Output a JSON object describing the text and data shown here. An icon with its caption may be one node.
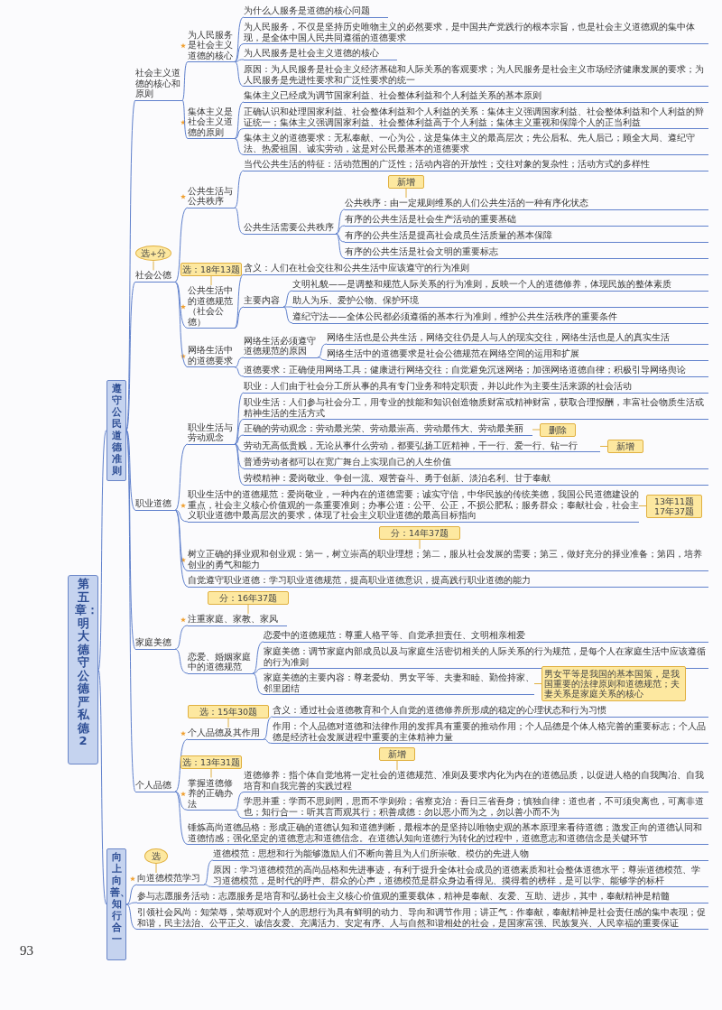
{
  "diagram": {
    "nodes": [
      {
        "text": [
          "第五章：明大德守公德严私德2"
        ]
      },
      {
        "text": [
          "遵守公民道德准则"
        ]
      },
      {
        "text": [
          "社会主义道德的核心和原则"
        ]
      },
      {
        "text": [
          "为人民服务是社会主义道德的核心"
        ]
      },
      {
        "text": [
          "为什么人服务是道德的核心问题"
        ]
      },
      {
        "text": [
          "为人民服务，不仅是坚持历史唯物主义的必然要求，是中国共产党践行的根本宗旨，也是社会主义道德观的集中体现，是全体中国人民共同遵循的道德要求"
        ]
      },
      {
        "text": [
          "为人民服务是社会主义道德的核心"
        ]
      },
      {
        "text": [
          "原因：为人民服务是社会主义经济基础和人际关系的客观要求；为人民服务是社会主义市场经济健康发展的要求；为人民服务是先进性要求和广泛性要求的统一"
        ]
      },
      {
        "text": [
          "集体主义是社会主义道德的原则"
        ]
      },
      {
        "text": [
          "集体主义已经成为调节国家利益、社会整体利益和个人利益关系的基本原则"
        ]
      },
      {
        "text": [
          "正确认识和处理国家利益、社会整体利益和个人利益的关系：集体主义强调国家利益、社会整体利益和个人利益的辩证统一；集体主义强调国家利益、社会整体利益高于个人利益；集体主义重视和保障个人的正当利益"
        ]
      },
      {
        "text": [
          "集体主义的道德要求：无私奉献、一心为公，这是集体主义的最高层次；先公后私、先人后己；顾全大局、遵纪守法、热爱祖国、诚实劳动，这是对公民最基本的道德要求"
        ]
      },
      {
        "text": [
          "社会公德"
        ]
      },
      {
        "text": [
          "公共生活与公共秩序"
        ]
      },
      {
        "text": [
          "当代公共生活的特征：活动范围的广泛性；活动内容的开放性；交往对象的复杂性；活动方式的多样性"
        ]
      },
      {
        "text": [
          "公共生活需要公共秩序"
        ]
      },
      {
        "text": [
          "公共秩序：由一定规则维系的人们公共生活的一种有序化状态"
        ]
      },
      {
        "text": [
          "有序的公共生活是社会生产活动的重要基础"
        ]
      },
      {
        "text": [
          "有序的公共生活是提高社会成员生活质量的基本保障"
        ]
      },
      {
        "text": [
          "有序的公共生活是社会文明的重要标志"
        ]
      },
      {
        "text": [
          "公共生活中的道德规范（社会公德）"
        ]
      },
      {
        "text": [
          "含义：人们在社会交往和公共生活中应该遵守的行为准则"
        ]
      },
      {
        "text": [
          "主要内容"
        ]
      },
      {
        "text": [
          "文明礼貌——是调整和规范人际关系的行为准则，反映一个人的道德修养，体现民族的整体素质"
        ]
      },
      {
        "text": [
          "助人为乐、爱护公物、保护环境"
        ]
      },
      {
        "text": [
          "遵纪守法——全体公民都必须遵循的基本行为准则，维护公共生活秩序的重要条件"
        ]
      },
      {
        "text": [
          "网络生活中的道德要求"
        ]
      },
      {
        "text": [
          "网络生活必须遵守道德规范的原因"
        ]
      },
      {
        "text": [
          "网络生活也是公共生活，网络交往仍是人与人的现实交往，网络生活也是人的真实生活"
        ]
      },
      {
        "text": [
          "网络生活中的道德要求是社会公德规范在网络空间的运用和扩展"
        ]
      },
      {
        "text": [
          "道德要求：正确使用网络工具；健康进行网络交往；自觉避免沉迷网络；加强网络道德自律；积极引导网络舆论"
        ]
      },
      {
        "text": [
          "职业道德"
        ]
      },
      {
        "text": [
          "职业生活与劳动观念"
        ]
      },
      {
        "text": [
          "职业：人们由于社会分工所从事的具有专门业务和特定职责，并以此作为主要生活来源的社会活动"
        ]
      },
      {
        "text": [
          "职业生活：人们参与社会分工，用专业的技能和知识创造物质财富或精神财富，获取合理报酬，丰富社会物质生活或精神生活的生活方式"
        ]
      },
      {
        "text": [
          "正确的劳动观念：劳动最光荣、劳动最崇高、劳动最伟大、劳动最美丽"
        ]
      },
      {
        "text": [
          "劳动无高低贵贱，无论从事什么劳动，都要弘扬工匠精神，干一行、爱一行、钻一行"
        ]
      },
      {
        "text": [
          "普通劳动者都可以在宽广舞台上实现自己的人生价值"
        ]
      },
      {
        "text": [
          "劳模精神：爱岗敬业、争创一流、艰苦奋斗、勇于创新、淡泊名利、甘于奉献"
        ]
      },
      {
        "text": [
          "职业生活中的道德规范：爱岗敬业，一种内在的道德需要；诚实守信，中华民族的传统美德，我国公民道德建设的重点，社会主义核心价值观的一条重要准则；办事公道：公平、公正，不损公肥私；服务群众；奉献社会，社会主义职业道德中最高层次的要求，体现了社会主义职业道德的最高目标指向"
        ]
      },
      {
        "text": [
          "树立正确的择业观和创业观：第一，树立崇高的职业理想；第二，服从社会发展的需要；第三，做好充分的择业准备；第四，培养创业的勇气和能力"
        ]
      },
      {
        "text": [
          "自觉遵守职业道德：学习职业道德规范，提高职业道德意识，提高践行职业道德的能力"
        ]
      },
      {
        "text": [
          "家庭美德"
        ]
      },
      {
        "text": [
          "注重家庭、家教、家风"
        ]
      },
      {
        "text": [
          "恋爱、婚姻家庭中的道德规范"
        ]
      },
      {
        "text": [
          "恋爱中的道德规范：尊重人格平等、自觉承担责任、文明相亲相爱"
        ]
      },
      {
        "text": [
          "家庭美德：调节家庭内部成员以及与家庭生活密切相关的人际关系的行为规范，是每个人在家庭生活中应该遵循的行为准则"
        ]
      },
      {
        "text": [
          "家庭美德的主要内容：尊老爱幼、男女平等、夫妻和睦、勤俭持家、邻里团结"
        ]
      },
      {
        "text": [
          "个人品德"
        ]
      },
      {
        "text": [
          "个人品德及其作用"
        ]
      },
      {
        "text": [
          "含义：通过社会道德教育和个人自觉的道德修养所形成的稳定的心理状态和行为习惯"
        ]
      },
      {
        "text": [
          "作用：个人品德对道德和法律作用的发挥具有重要的推动作用；个人品德是个体人格完善的重要标志；个人品德是经济社会发展进程中重要的主体精神力量"
        ]
      },
      {
        "text": [
          "掌握道德修养的正确办法"
        ]
      },
      {
        "text": [
          "道德修养：指个体自觉地将一定社会的道德规范、准则及要求内化为内在的道德品质，以促进人格的自我陶冶、自我培育和自我完善的实践过程"
        ]
      },
      {
        "text": [
          "学思并重：学而不思则罔，思而不学则殆；省察克治：吾日三省吾身；慎独自律：道也者，不可须臾离也，可离非道也；知行合一：听其言而观其行；积善成德：勿以恶小而为之，勿以善小而不为"
        ]
      },
      {
        "text": [
          "锤炼高尚道德品格：形成正确的道德认知和道德判断，最根本的是坚持以唯物史观的基本原理来看待道德；激发正向的道德认同和道德情感；强化坚定的道德意志和道德信念。在道德认知向道德行为转化的过程中，道德意志和道德信念是关键环节"
        ]
      },
      {
        "text": [
          "向上向善、知行合一"
        ]
      },
      {
        "text": [
          "向道德模范学习"
        ]
      },
      {
        "text": [
          "道德模范：思想和行为能够激励人们不断向善且为人们所崇敬、模仿的先进人物"
        ]
      },
      {
        "text": [
          "原因：学习道德模范的高尚品格和先进事迹，有利于提升全体社会成员的道德素质和社会整体道德水平；尊崇道德模范、学习道德模范，是时代的呼声、群众的心声，道德模范是群众身边看得见、摸得着的榜样，是可以学、能够学的标杆"
        ]
      },
      {
        "text": [
          "参与志愿服务活动：志愿服务是培育和弘扬社会主义核心价值观的重要载体，精神是奉献、友爱、互助、进步，其中，奉献精神是精髓"
        ]
      },
      {
        "text": [
          "引领社会风尚：知荣辱，荣辱观对个人的思想行为具有鲜明的动力、导向和调节作用；讲正气：作奉献，奉献精神是社会责任感的集中表现；促和谐，民主法治、公平正义、诚信友爱、充满活力、安定有序、人与自然和谐相处的社会，是国家富强、民族复兴、人民幸福的重要保证"
        ]
      },
      {
        "text": [
          "选+分"
        ]
      },
      {
        "text": [
          "选：18年13题"
        ]
      },
      {
        "text": [
          "新增"
        ]
      },
      {
        "text": [
          "删除"
        ]
      },
      {
        "text": [
          "新增"
        ]
      },
      {
        "text": [
          "13年11题",
          "17年37题"
        ]
      },
      {
        "text": [
          "分：14年37题"
        ]
      },
      {
        "text": [
          "分：16年37题"
        ]
      },
      {
        "text": [
          "男女平等是我国的基本国策，是我国重要的法律原则和道德规范；夫妻关系是家庭关系的核心"
        ]
      },
      {
        "text": [
          "选：15年30题"
        ]
      },
      {
        "text": [
          "选：13年31题"
        ]
      },
      {
        "text": [
          "新增"
        ]
      },
      {
        "text": [
          "选"
        ]
      }
    ],
    "edges": [
      {
        "from": 0,
        "to": 1,
        "arrow": "none"
      },
      {
        "from": 0,
        "to": 56,
        "arrow": "none"
      },
      {
        "from": 1,
        "to": 2,
        "arrow": "none"
      },
      {
        "from": 1,
        "to": 12,
        "arrow": "none"
      },
      {
        "from": 1,
        "to": 31,
        "arrow": "none"
      },
      {
        "from": 1,
        "to": 42,
        "arrow": "none"
      },
      {
        "from": 1,
        "to": 48,
        "arrow": "none"
      },
      {
        "from": 2,
        "to": 3,
        "arrow": "none"
      },
      {
        "from": 2,
        "to": 8,
        "arrow": "none"
      },
      {
        "from": 3,
        "to": 4,
        "arrow": "none"
      },
      {
        "from": 3,
        "to": 5,
        "arrow": "none"
      },
      {
        "from": 3,
        "to": 6,
        "arrow": "none"
      },
      {
        "from": 3,
        "to": 7,
        "arrow": "none"
      },
      {
        "from": 8,
        "to": 9,
        "arrow": "none"
      },
      {
        "from": 8,
        "to": 10,
        "arrow": "none"
      },
      {
        "from": 8,
        "to": 11,
        "arrow": "none"
      },
      {
        "from": 12,
        "to": 13,
        "arrow": "none"
      },
      {
        "from": 12,
        "to": 20,
        "arrow": "none"
      },
      {
        "from": 12,
        "to": 26,
        "arrow": "none"
      },
      {
        "from": 13,
        "to": 14,
        "arrow": "none"
      },
      {
        "from": 13,
        "to": 15,
        "arrow": "none"
      },
      {
        "from": 15,
        "to": 16,
        "arrow": "none"
      },
      {
        "from": 15,
        "to": 17,
        "arrow": "none"
      },
      {
        "from": 15,
        "to": 18,
        "arrow": "none"
      },
      {
        "from": 15,
        "to": 19,
        "arrow": "none"
      },
      {
        "from": 20,
        "to": 21,
        "arrow": "none"
      },
      {
        "from": 20,
        "to": 22,
        "arrow": "none"
      },
      {
        "from": 22,
        "to": 23,
        "arrow": "none"
      },
      {
        "from": 22,
        "to": 24,
        "arrow": "none"
      },
      {
        "from": 22,
        "to": 25,
        "arrow": "none"
      },
      {
        "from": 26,
        "to": 27,
        "arrow": "none"
      },
      {
        "from": 26,
        "to": 30,
        "arrow": "none"
      },
      {
        "from": 27,
        "to": 28,
        "arrow": "none"
      },
      {
        "from": 27,
        "to": 29,
        "arrow": "none"
      },
      {
        "from": 31,
        "to": 32,
        "arrow": "none"
      },
      {
        "from": 31,
        "to": 39,
        "arrow": "none"
      },
      {
        "from": 31,
        "to": 40,
        "arrow": "none"
      },
      {
        "from": 31,
        "to": 41,
        "arrow": "none"
      },
      {
        "from": 32,
        "to": 33,
        "arrow": "none"
      },
      {
        "from": 32,
        "to": 34,
        "arrow": "none"
      },
      {
        "from": 32,
        "to": 35,
        "arrow": "none"
      },
      {
        "from": 32,
        "to": 36,
        "arrow": "none"
      },
      {
        "from": 32,
        "to": 37,
        "arrow": "none"
      },
      {
        "from": 32,
        "to": 38,
        "arrow": "none"
      },
      {
        "from": 42,
        "to": 43,
        "arrow": "none"
      },
      {
        "from": 42,
        "to": 44,
        "arrow": "none"
      },
      {
        "from": 44,
        "to": 45,
        "arrow": "none"
      },
      {
        "from": 44,
        "to": 46,
        "arrow": "none"
      },
      {
        "from": 44,
        "to": 47,
        "arrow": "none"
      },
      {
        "from": 48,
        "to": 49,
        "arrow": "none"
      },
      {
        "from": 48,
        "to": 52,
        "arrow": "none"
      },
      {
        "from": 48,
        "to": 55,
        "arrow": "none"
      },
      {
        "from": 49,
        "to": 50,
        "arrow": "none"
      },
      {
        "from": 49,
        "to": 51,
        "arrow": "none"
      },
      {
        "from": 52,
        "to": 53,
        "arrow": "none"
      },
      {
        "from": 52,
        "to": 54,
        "arrow": "none"
      },
      {
        "from": 56,
        "to": 57,
        "arrow": "none"
      },
      {
        "from": 56,
        "to": 60,
        "arrow": "none"
      },
      {
        "from": 56,
        "to": 61,
        "arrow": "none"
      },
      {
        "from": 57,
        "to": 58,
        "arrow": "none"
      },
      {
        "from": 57,
        "to": 59,
        "arrow": "none"
      },
      {
        "from": 62,
        "to": 12,
        "arrow": "none",
        "color": "#e0b040"
      },
      {
        "from": 63,
        "to": 20,
        "arrow": "none",
        "color": "#e0b040"
      },
      {
        "from": 64,
        "to": 16,
        "arrow": "none",
        "color": "#e0b040"
      },
      {
        "from": 65,
        "to": 35,
        "arrow": "none",
        "color": "#e0b040"
      },
      {
        "from": 66,
        "to": 36,
        "arrow": "none",
        "color": "#e0b040"
      },
      {
        "from": 67,
        "to": 39,
        "arrow": "none",
        "color": "#e0b040"
      },
      {
        "from": 68,
        "to": 40,
        "arrow": "none",
        "color": "#e0b040"
      },
      {
        "from": 69,
        "to": 43,
        "arrow": "none",
        "color": "#e0b040"
      },
      {
        "from": 70,
        "to": 47,
        "arrow": "none",
        "color": "#e0b040"
      },
      {
        "from": 71,
        "to": 49,
        "arrow": "none",
        "color": "#e0b040"
      },
      {
        "from": 72,
        "to": 52,
        "arrow": "none",
        "color": "#e0b040"
      },
      {
        "from": 73,
        "to": 53,
        "arrow": "none",
        "color": "#e0b040"
      },
      {
        "from": 74,
        "to": 57,
        "arrow": "none",
        "color": "#e0b040"
      }
    ],
    "labels": [
      "93"
    ]
  }
}
